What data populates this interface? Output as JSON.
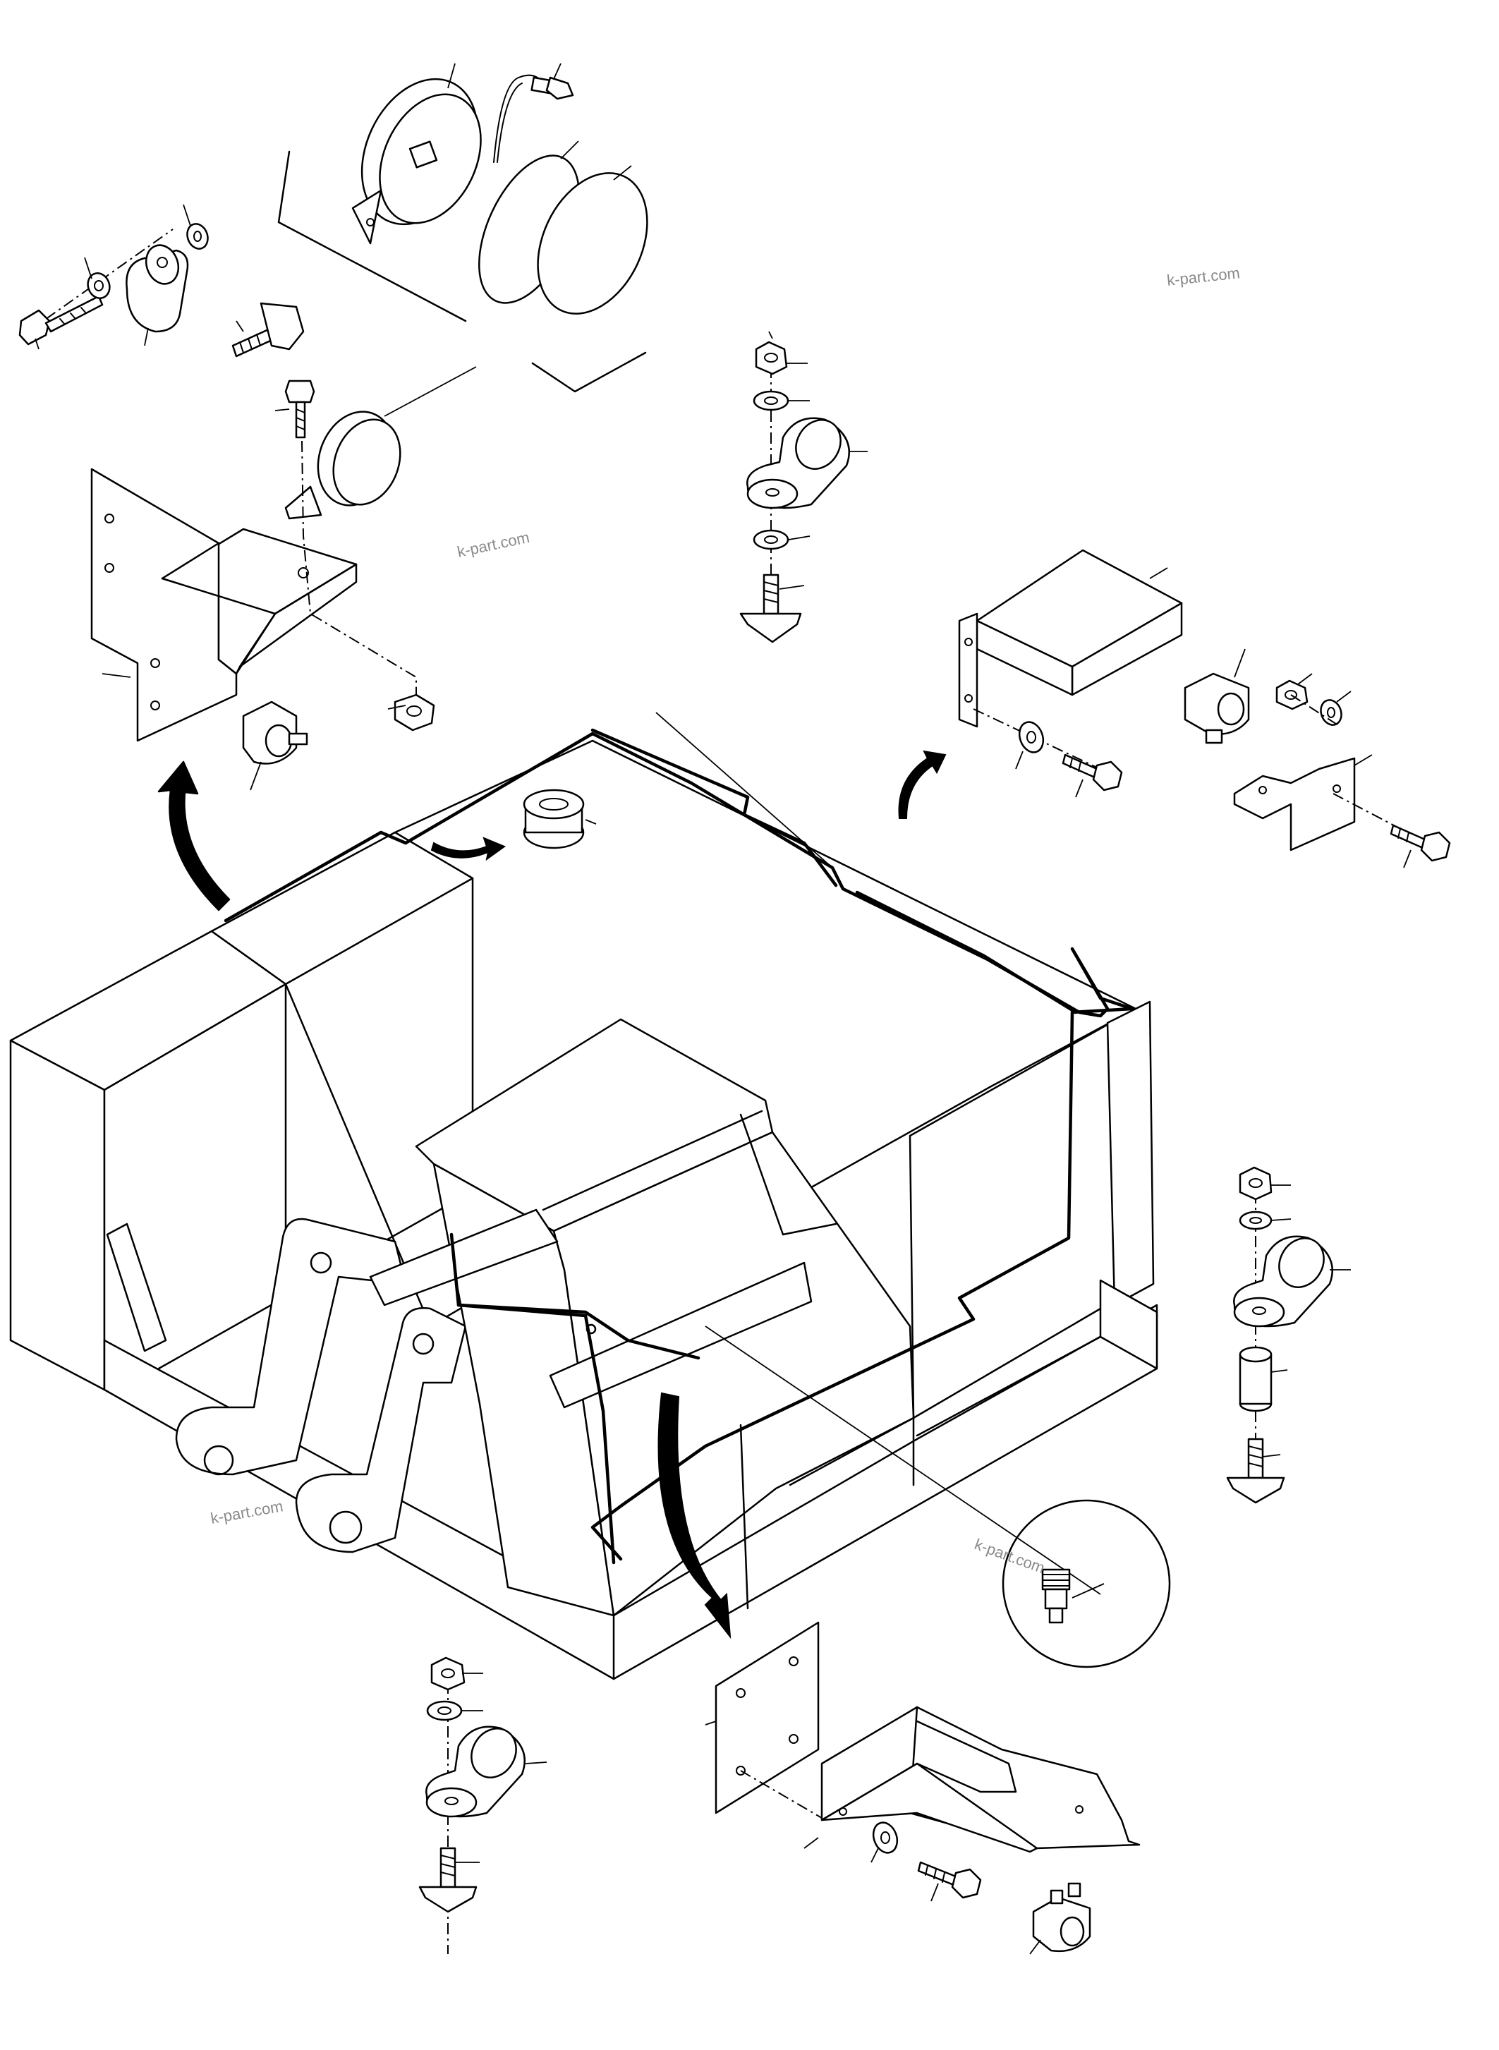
{
  "watermarks": {
    "top_right": "k-part.com",
    "upper_middle": "k-part.com",
    "lower_left": "k-part.com",
    "lower_right": "k-part.com"
  }
}
